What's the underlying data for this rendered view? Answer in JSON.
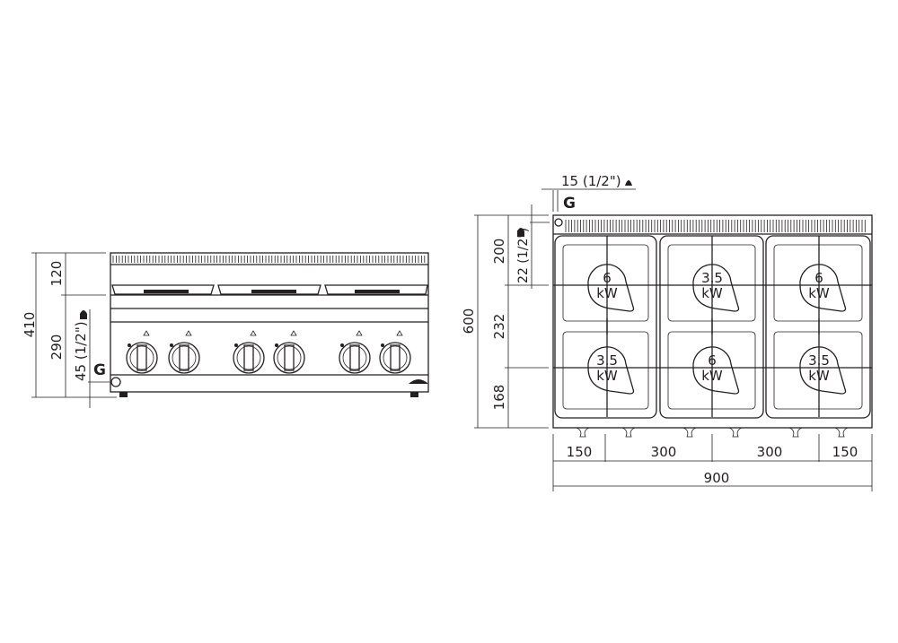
{
  "front_view": {
    "dims": {
      "total_height": "410",
      "top_height": "120",
      "body_height": "290",
      "gas_height": "45 (1/2\")"
    },
    "gas_label": "G",
    "knob_count": 6
  },
  "top_view": {
    "dims": {
      "depth": "600",
      "row1": "200",
      "row2": "232",
      "row3": "168",
      "gas_offset_y": "22 (1/2\")",
      "gas_offset_x": "15 (1/2\")",
      "widths": [
        "150",
        "300",
        "300",
        "150"
      ],
      "total_width": "900"
    },
    "gas_label": "G",
    "burners": [
      {
        "power": "6",
        "unit": "kW"
      },
      {
        "power": "3.5",
        "unit": "kW"
      },
      {
        "power": "6",
        "unit": "kW"
      },
      {
        "power": "3.5",
        "unit": "kW"
      },
      {
        "power": "6",
        "unit": "kW"
      },
      {
        "power": "3.5",
        "unit": "kW"
      }
    ]
  },
  "colors": {
    "line": "#231f20",
    "background": "#ffffff"
  }
}
